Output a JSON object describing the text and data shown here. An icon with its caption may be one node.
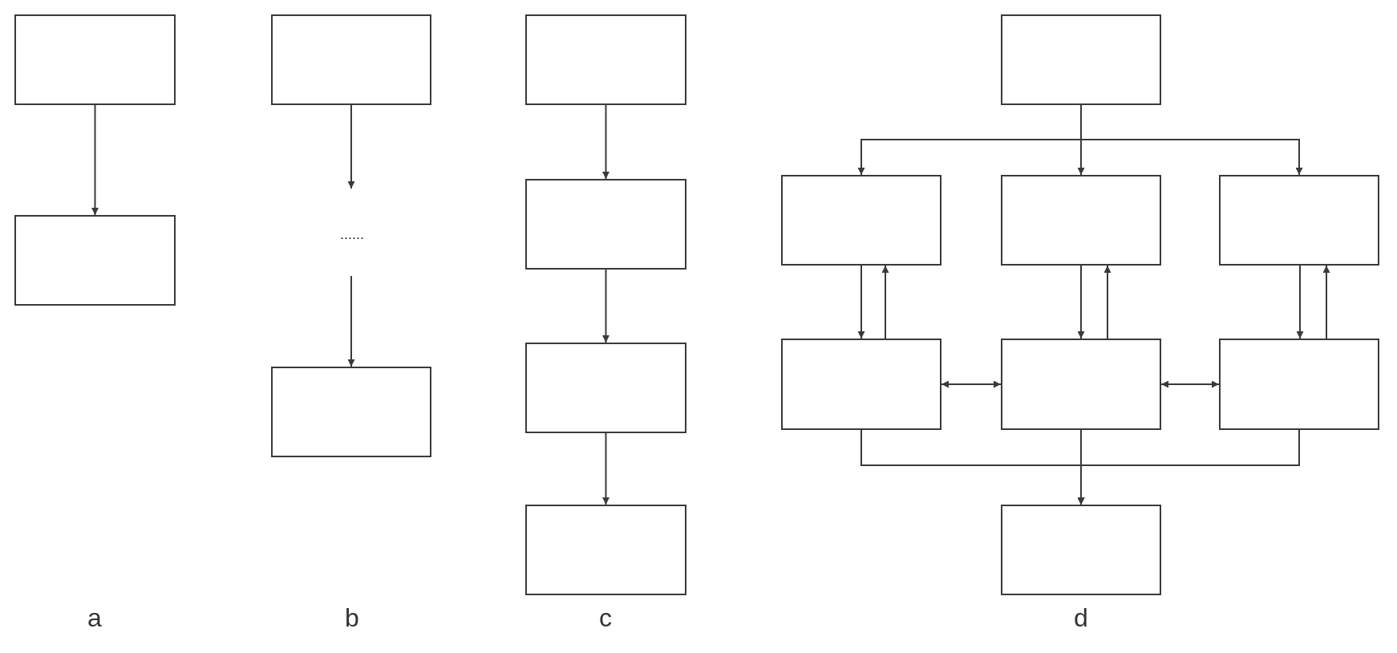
{
  "diagram": {
    "nodes": [
      {
        "text": [],
        "shape": "box"
      },
      {
        "text": [],
        "shape": "box"
      },
      {
        "text": [],
        "shape": "box"
      },
      {
        "text": [],
        "shape": "box"
      },
      {
        "text": [],
        "shape": "box"
      },
      {
        "text": [],
        "shape": "box"
      },
      {
        "text": [],
        "shape": "box"
      },
      {
        "text": [],
        "shape": "box"
      },
      {
        "text": [],
        "shape": "box"
      },
      {
        "text": [],
        "shape": "box"
      },
      {
        "text": [],
        "shape": "box"
      },
      {
        "text": [],
        "shape": "box"
      },
      {
        "text": [],
        "shape": "box"
      },
      {
        "text": [],
        "shape": "box"
      },
      {
        "text": [],
        "shape": "box"
      },
      {
        "text": [],
        "shape": "box"
      }
    ],
    "edges": [
      {
        "from": 0,
        "to": 1,
        "arrow": "to"
      },
      {
        "from": 2,
        "to": null,
        "arrow": "to"
      },
      {
        "from": null,
        "to": 3,
        "arrow": "to"
      },
      {
        "from": 4,
        "to": 5,
        "arrow": "to"
      },
      {
        "from": 5,
        "to": 6,
        "arrow": "to"
      },
      {
        "from": 6,
        "to": 7,
        "arrow": "to"
      },
      {
        "from": 8,
        "to": 9,
        "arrow": "to"
      },
      {
        "from": 8,
        "to": 10,
        "arrow": "to"
      },
      {
        "from": 8,
        "to": 11,
        "arrow": "to"
      },
      {
        "from": 9,
        "to": 12,
        "arrow": "to"
      },
      {
        "from": 12,
        "to": 9,
        "arrow": "to"
      },
      {
        "from": 10,
        "to": 13,
        "arrow": "to"
      },
      {
        "from": 13,
        "to": 10,
        "arrow": "to"
      },
      {
        "from": 11,
        "to": 14,
        "arrow": "to"
      },
      {
        "from": 14,
        "to": 11,
        "arrow": "to"
      },
      {
        "from": 12,
        "to": 13,
        "arrow": "both"
      },
      {
        "from": 13,
        "to": 14,
        "arrow": "both"
      },
      {
        "from": 12,
        "to": 15,
        "arrow": "to"
      },
      {
        "from": 13,
        "to": 15,
        "arrow": "to"
      },
      {
        "from": 14,
        "to": 15,
        "arrow": "to"
      }
    ],
    "labels": [
      "......",
      "a",
      "b",
      "c",
      "d"
    ]
  }
}
